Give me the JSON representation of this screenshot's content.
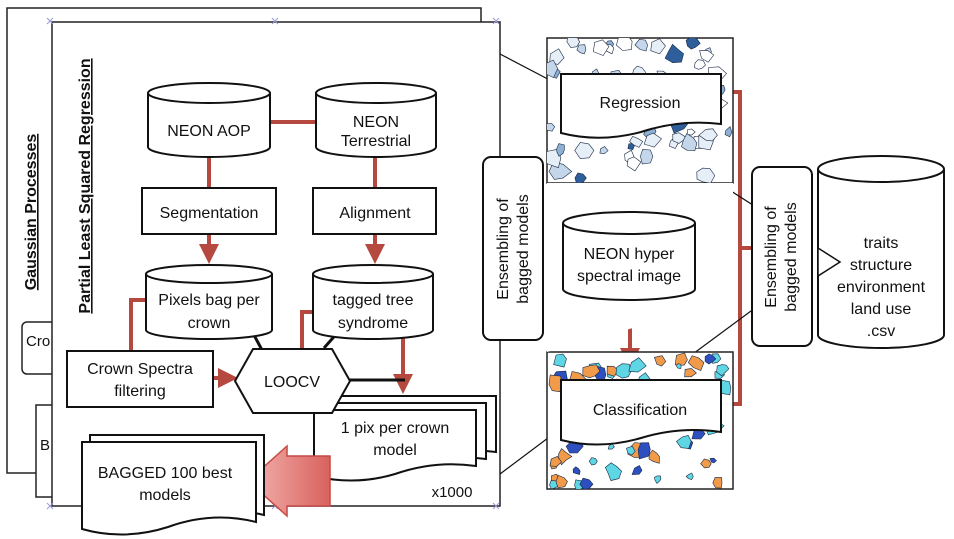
{
  "panels": {
    "back_title": "Gaussian Processes",
    "back_clip_1": "Cro",
    "back_clip_2": "B",
    "front_title": "Partial Least Squared Regression"
  },
  "nodes": {
    "neon_aop": "NEON AOP",
    "neon_terrestrial_1": "NEON",
    "neon_terrestrial_2": "Terrestrial",
    "segmentation": "Segmentation",
    "alignment": "Alignment",
    "pixels_bag_1": "Pixels bag per",
    "pixels_bag_2": "crown",
    "tagged_tree_1": "tagged tree",
    "tagged_tree_2": "syndrome",
    "crown_spectra_1": "Crown Spectra",
    "crown_spectra_2": "filtering",
    "loocv": "LOOCV",
    "one_pix_1": "1 pix per crown",
    "one_pix_2": "model",
    "bagged_1": "BAGGED 100 best",
    "bagged_2": "models",
    "x1000": "x1000",
    "ensembling_left_1": "Ensembling of",
    "ensembling_left_2": "bagged models",
    "regression": "Regression",
    "neon_hyper_1": "NEON hyper",
    "neon_hyper_2": "spectral image",
    "classification": "Classification",
    "ensembling_right_1": "Ensembling of",
    "ensembling_right_2": "bagged models",
    "traits_1": "traits",
    "traits_2": "structure",
    "traits_3": "environment",
    "traits_4": "land use",
    "traits_5": ".csv"
  },
  "colors": {
    "connector": "#b5483f",
    "stroke": "#111111",
    "regression_map_fill": "#c4d6ea",
    "regression_map_dark": "#2f5f9a",
    "classification_orange": "#f09a4a",
    "classification_cyan": "#5fd6e4",
    "classification_blue": "#2d4fc0",
    "big_arrow": "#e07a77"
  }
}
